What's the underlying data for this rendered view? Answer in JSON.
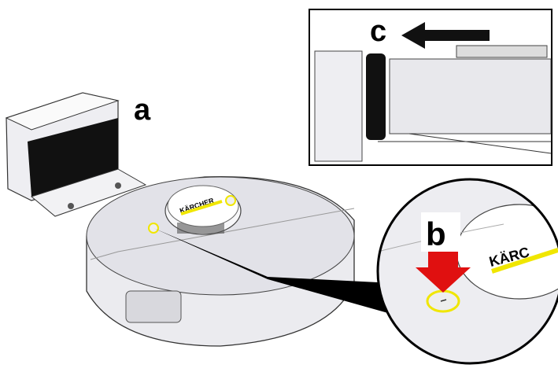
{
  "labels": {
    "a": "a",
    "b": "b",
    "c": "c"
  },
  "brand": {
    "logo_text": "KÄRCHER",
    "logo_text_cropped": "KÄRC"
  },
  "colors": {
    "highlight_yellow": "#f0e600",
    "arrow_red": "#e01010",
    "body_gray": "#e6e6ea",
    "outline": "#333333"
  }
}
